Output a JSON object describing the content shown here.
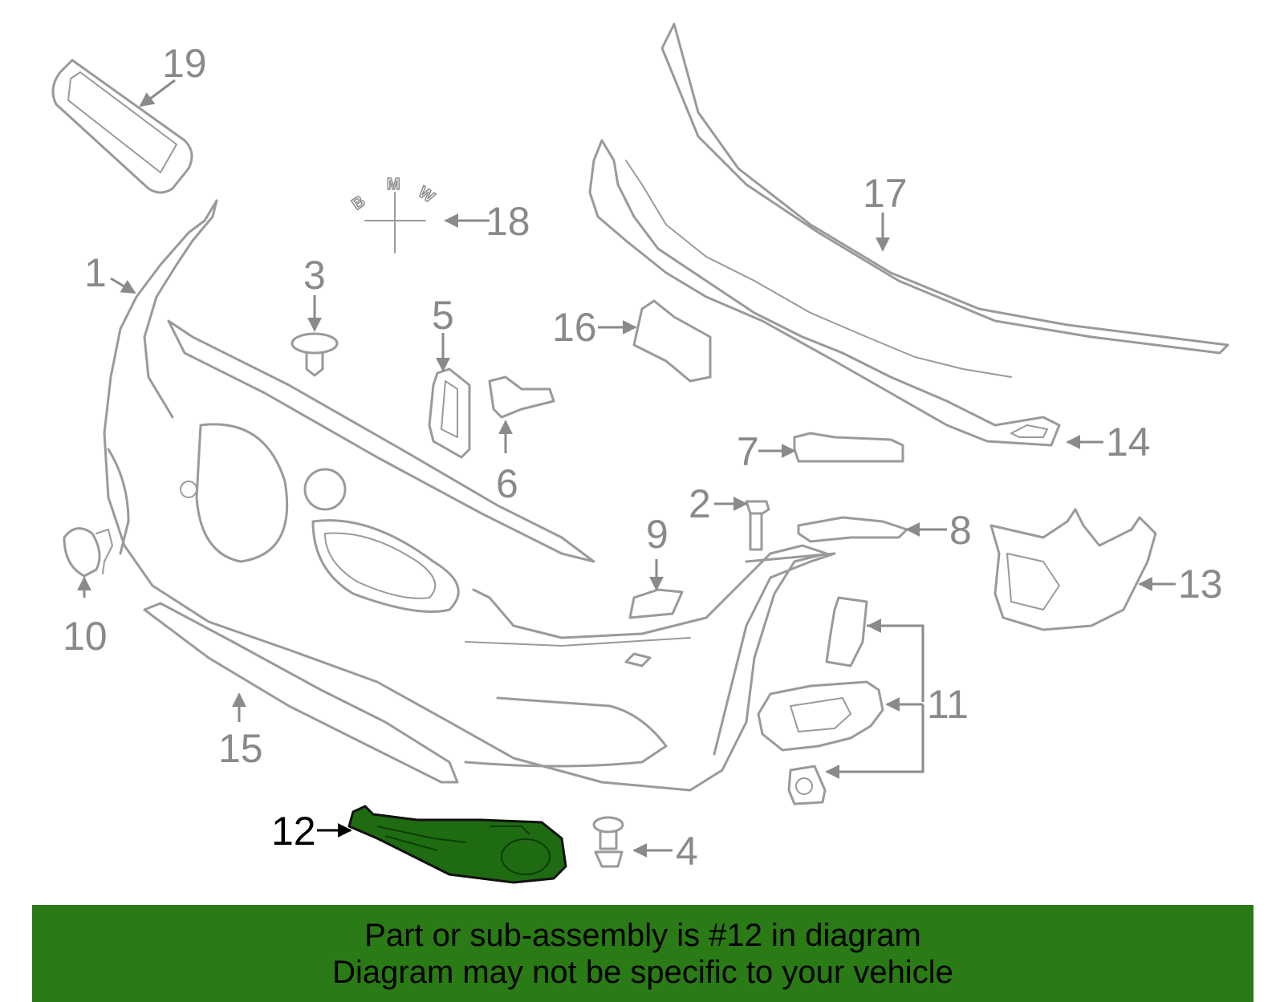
{
  "diagram": {
    "highlight_color": "#2a7a16",
    "callouts": {
      "c1": "1",
      "c2": "2",
      "c3": "3",
      "c4": "4",
      "c5": "5",
      "c6": "6",
      "c7": "7",
      "c8": "8",
      "c9": "9",
      "c10": "10",
      "c11": "11",
      "c12": "12",
      "c13": "13",
      "c14": "14",
      "c15": "15",
      "c16": "16",
      "c17": "17",
      "c18": "18",
      "c19": "19"
    },
    "highlighted_callout": "12",
    "emblem_letters": {
      "b": "B",
      "m": "M",
      "w": "W"
    }
  },
  "footer": {
    "line1": "Part or sub-assembly is #12 in diagram",
    "line2": "Diagram may not be specific to your vehicle"
  }
}
